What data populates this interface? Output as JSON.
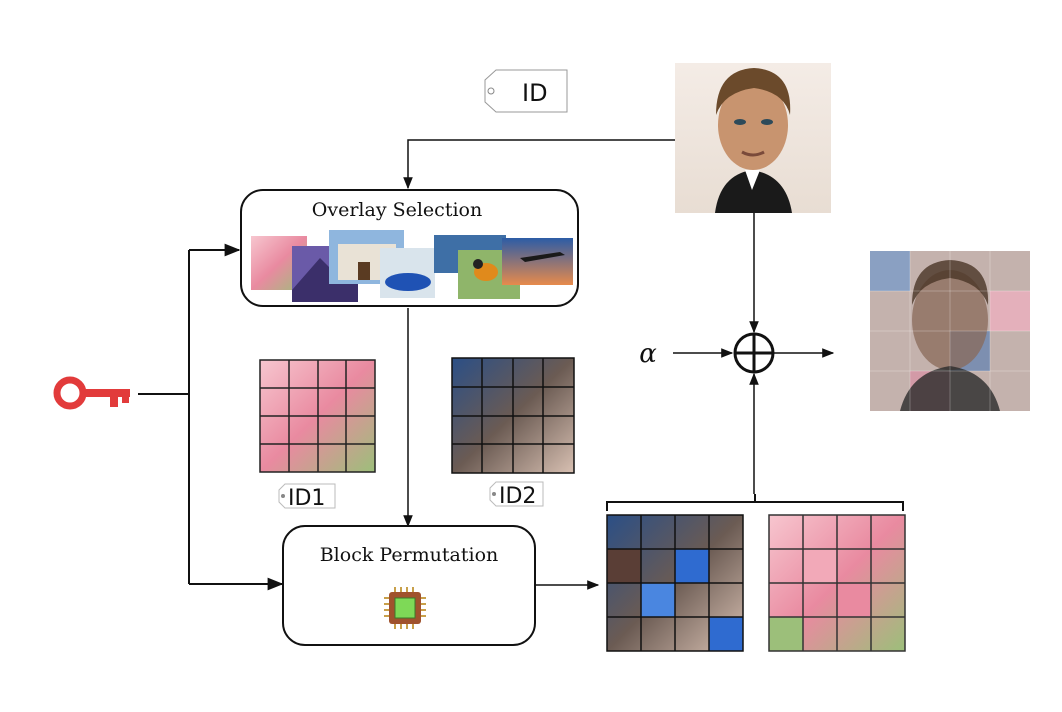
{
  "labels": {
    "id_tag": "ID",
    "id1_tag": "ID1",
    "id2_tag": "ID2",
    "overlay_title": "Overlay Selection",
    "block_title": "Block Permutation",
    "alpha": "α"
  },
  "icons": {
    "key": "key-icon",
    "chip": "chip-icon",
    "xor": "xor-plus-icon",
    "tag": "tag-icon"
  },
  "colors": {
    "key": "#e23b3b",
    "line": "#111111",
    "chip_body": "#a0522d",
    "chip_core": "#7ed957"
  }
}
